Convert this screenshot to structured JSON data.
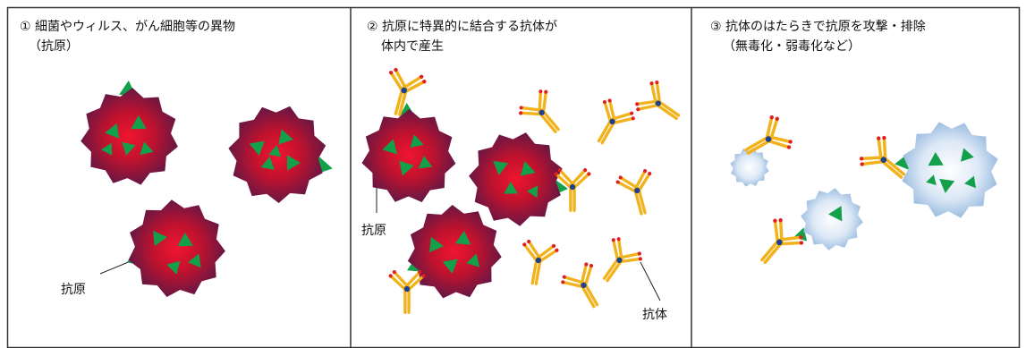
{
  "panels": [
    {
      "caption_line1": "① 細菌やウィルス、がん細胞等の異物",
      "caption_line2": "（抗原）",
      "label": "抗原"
    },
    {
      "caption_line1": "② 抗原に特異的に結合する抗体が",
      "caption_line2": "体内で産生",
      "label_antigen": "抗原",
      "label_antibody": "抗体"
    },
    {
      "caption_line1": "③ 抗体のはたらきで抗原を攻撃・排除",
      "caption_line2": "（無毒化・弱毒化など）"
    }
  ],
  "colors": {
    "pathogen_core": "#e8132a",
    "pathogen_edge": "#5a1848",
    "epitope": "#12a04a",
    "neutralized_core": "#ffffff",
    "neutralized_edge": "#8fb4dc",
    "antibody_arm": "#f2b21c",
    "antibody_tip": "#e02020",
    "antibody_hinge": "#1f3f8f",
    "border": "#333333"
  }
}
